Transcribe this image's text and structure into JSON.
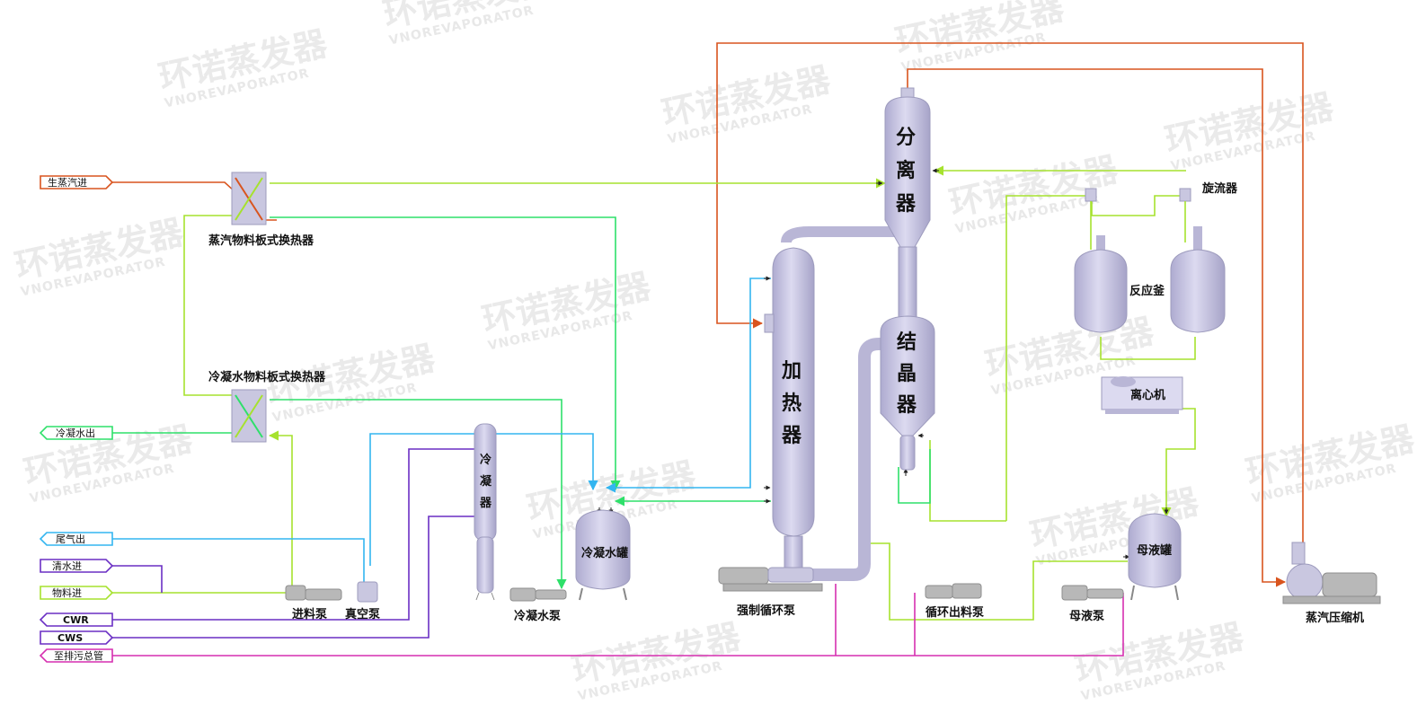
{
  "watermark": {
    "brand": "环诺蒸发器",
    "sub": "VNOREVAPORATOR"
  },
  "equipment": {
    "separator": "分离器",
    "heater": "加热器",
    "crystallizer": "结晶器",
    "condenser": "冷凝器",
    "condensate_tank": "冷凝水罐",
    "mother_tank": "母液罐",
    "reactor": "反应釜",
    "cyclone": "旋流器",
    "centrifuge": "离心机",
    "steam_hx": "蒸汽物料板式换热器",
    "condensate_hx": "冷凝水物料板式换热器",
    "feed_pump": "进料泵",
    "vacuum_pump": "真空泵",
    "condensate_pump": "冷凝水泵",
    "circ_pump": "强制循环泵",
    "discharge_pump": "循环出料泵",
    "mother_pump": "母液泵",
    "compressor": "蒸汽压缩机"
  },
  "tags": {
    "raw_steam": "生蒸汽进",
    "condensate_out": "冷凝水出",
    "tail_gas": "尾气出",
    "clean_water": "清水进",
    "feed_in": "物料进",
    "cwr": "CWR",
    "cws": "CWS",
    "drain": "至排污总管"
  },
  "colors": {
    "steam": "#d9541e",
    "feed": "#a6e22e",
    "condensate": "#2ee06a",
    "vacuum": "#33b5f0",
    "cooling": "#6a2fc4",
    "drain": "#d62fb0",
    "vessel": "#c9c7e0"
  }
}
